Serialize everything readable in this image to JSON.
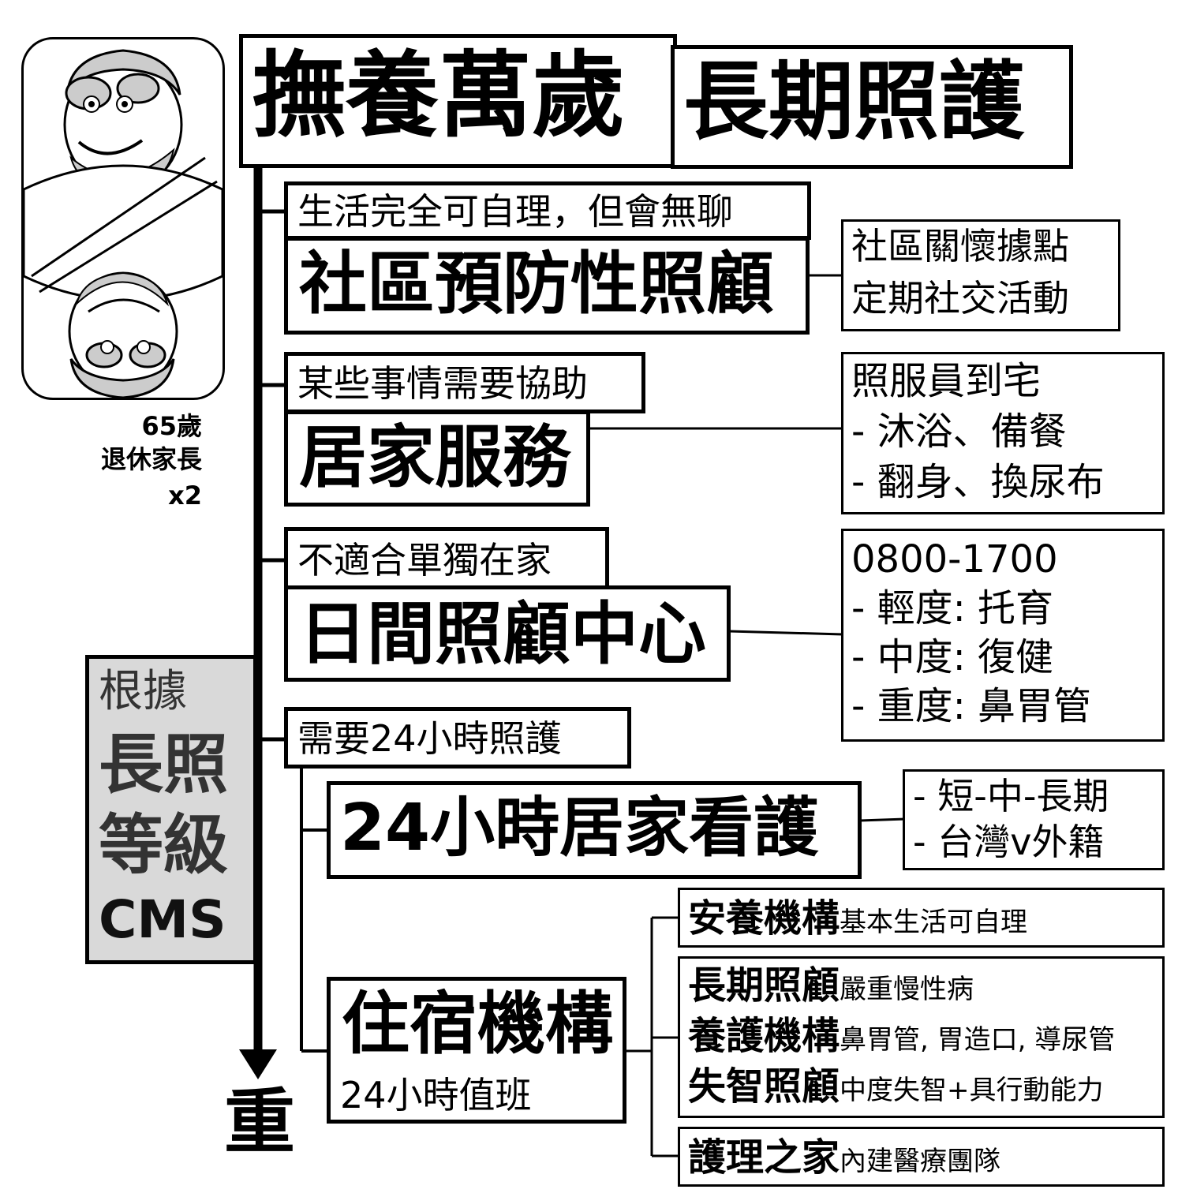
{
  "header": {
    "title_left": "撫養萬歲",
    "title_right": "長期照護"
  },
  "persona": {
    "age": "65歲",
    "role": "退休家長",
    "count": "x2"
  },
  "scale": {
    "label_line1": "根據",
    "label_line2": "長照",
    "label_line3": "等級",
    "label_line4": "CMS",
    "end_label": "重"
  },
  "tiers": [
    {
      "condition": "生活完全可自理，但會無聊",
      "service": "社區預防性照顧",
      "detail_lines": [
        "社區關懷據點",
        "定期社交活動"
      ]
    },
    {
      "condition": "某些事情需要協助",
      "service": "居家服務",
      "detail_lines": [
        "照服員到宅",
        "- 沐浴、備餐",
        "- 翻身、換尿布"
      ]
    },
    {
      "condition": "不適合單獨在家",
      "service": "日間照顧中心",
      "detail_lines": [
        "0800-1700",
        "- 輕度: 托育",
        "- 中度: 復健",
        "- 重度: 鼻胃管"
      ]
    },
    {
      "condition": "需要24小時照護",
      "service": "24小時居家看護",
      "detail_lines": [
        "- 短-中-長期",
        "- 台灣v外籍"
      ]
    }
  ],
  "residential": {
    "title": "住宿機構",
    "subtitle": "24小時值班",
    "types": [
      {
        "name": "安養機構",
        "note": "基本生活可自理"
      },
      {
        "name": "長期照顧",
        "note": "嚴重慢性病"
      },
      {
        "name": "養護機構",
        "note": "鼻胃管, 胃造口, 導尿管"
      },
      {
        "name": "失智照顧",
        "note": "中度失智+具行動能力"
      },
      {
        "name": "護理之家",
        "note": "內建醫療團隊"
      }
    ]
  },
  "colors": {
    "line": "#000000",
    "scale_box_fill": "#d9d9d9",
    "face_fill": "#ffffff",
    "hair_fill": "#cccccc"
  }
}
